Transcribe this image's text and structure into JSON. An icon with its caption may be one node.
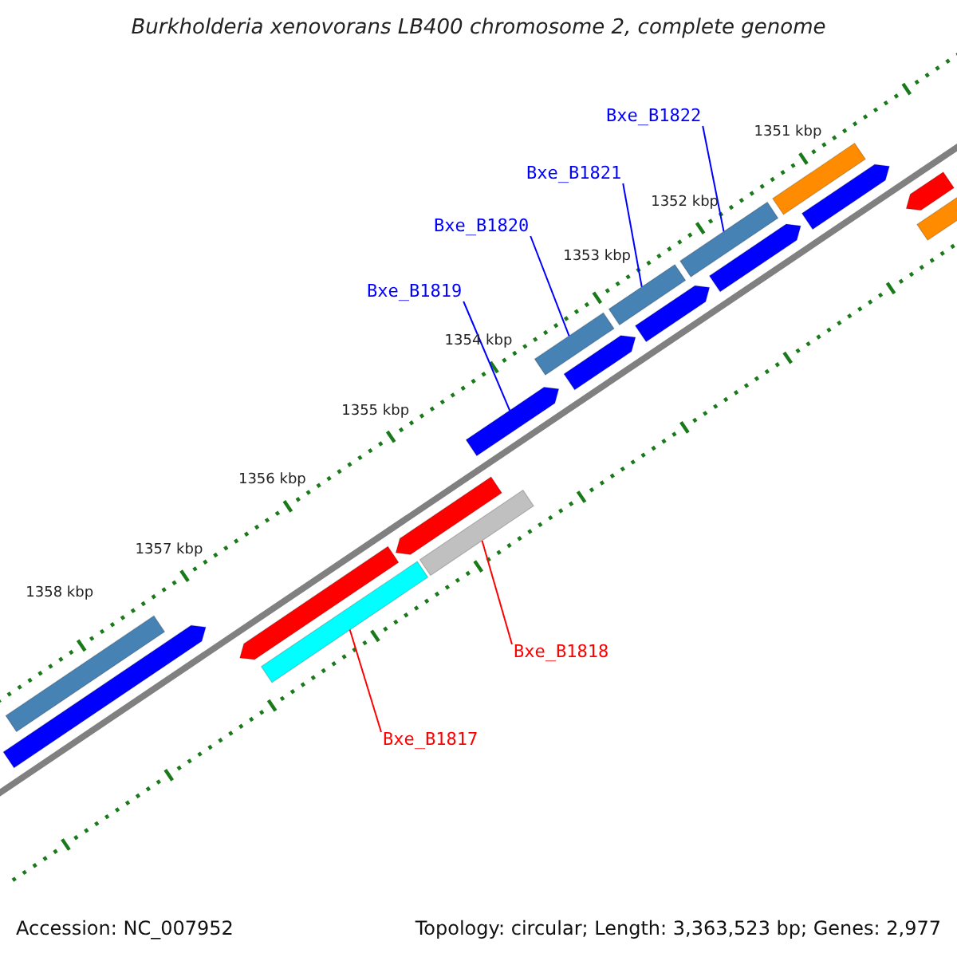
{
  "diagram": {
    "title": "Burkholderia xenovorans LB400 chromosome 2, complete genome",
    "nodes": [
      {
        "text": [
          "Bxe_B1822"
        ]
      },
      {
        "text": [
          "Bxe_B1821"
        ]
      },
      {
        "text": [
          "Bxe_B1820"
        ]
      },
      {
        "text": [
          "Bxe_B1819"
        ]
      },
      {
        "text": [
          "Bxe_B1818"
        ]
      },
      {
        "text": [
          "Bxe_B1817"
        ]
      },
      {
        "text": [],
        "shape": "bar"
      },
      {
        "text": [],
        "shape": "bar"
      },
      {
        "text": [],
        "shape": "bar"
      },
      {
        "text": [],
        "shape": "bar"
      },
      {
        "text": [],
        "shape": "bar"
      },
      {
        "text": [],
        "shape": "bar"
      },
      {
        "text": [],
        "shape": "bar"
      },
      {
        "text": [],
        "shape": "bar"
      },
      {
        "text": [],
        "shape": "bar"
      },
      {
        "text": [],
        "shape": "bar"
      },
      {
        "text": [],
        "shape": "bar"
      },
      {
        "text": [],
        "shape": "bar"
      },
      {
        "text": [],
        "shape": "bar"
      },
      {
        "text": [],
        "shape": "bar"
      },
      {
        "text": [],
        "shape": "bar"
      },
      {
        "text": [],
        "shape": "bar"
      },
      {
        "text": [],
        "shape": "bar"
      }
    ],
    "edges": [
      {
        "from": 0,
        "to": 17,
        "arrow": "none"
      },
      {
        "from": 1,
        "to": 15,
        "arrow": "none"
      },
      {
        "from": 2,
        "to": 13,
        "arrow": "none"
      },
      {
        "from": 3,
        "to": 12,
        "arrow": "none"
      },
      {
        "from": 4,
        "to": 11,
        "arrow": "none",
        "color": "#ff0000"
      },
      {
        "from": 5,
        "to": 9,
        "arrow": "none",
        "color": "#ff0000"
      }
    ],
    "labels": [
      "1351 kbp",
      "1352 kbp",
      "1353 kbp",
      "1354 kbp",
      "1355 kbp",
      "1356 kbp",
      "1357 kbp",
      "1358 kbp",
      "Accession: NC_007952",
      "Topology: circular; Length: 3,363,523 bp; Genes: 2,977"
    ]
  }
}
